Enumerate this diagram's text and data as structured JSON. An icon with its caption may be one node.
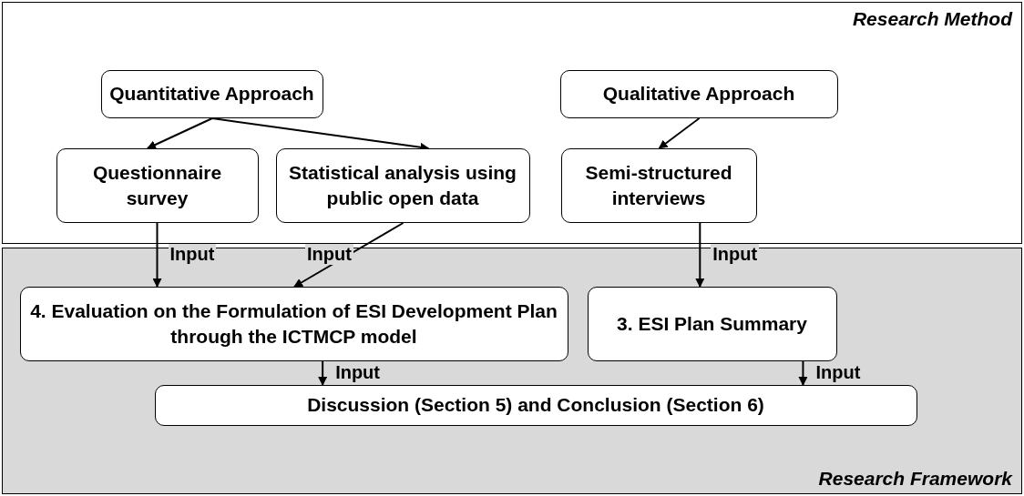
{
  "diagram": {
    "nodes": [
      {
        "text": [
          "Research Method"
        ]
      },
      {
        "text": [
          "Quantitative Approach"
        ],
        "in": 0
      },
      {
        "text": [
          "Qualitative Approach"
        ],
        "in": 0
      },
      {
        "text": [
          "Questionnaire survey"
        ],
        "in": 0
      },
      {
        "text": [
          "Statistical analysis using public open data"
        ],
        "in": 0
      },
      {
        "text": [
          "Semi-structured interviews"
        ],
        "in": 0
      },
      {
        "text": [
          "Research Framework"
        ]
      },
      {
        "text": [
          "4. Evaluation on the Formulation of ESI Development Plan through the ICTMCP model"
        ],
        "in": 6
      },
      {
        "text": [
          "3. ESI Plan Summary"
        ],
        "in": 6
      },
      {
        "text": [
          "Discussion (Section 5) and Conclusion (Section 6)"
        ],
        "in": 6
      }
    ],
    "edges": [
      {
        "from": 1,
        "to": 3,
        "arrow": "to"
      },
      {
        "from": 1,
        "to": 4,
        "arrow": "to"
      },
      {
        "from": 2,
        "to": 5,
        "arrow": "to"
      },
      {
        "from": 3,
        "to": 7,
        "arrow": "to",
        "label": "Input"
      },
      {
        "from": 4,
        "to": 7,
        "arrow": "to",
        "label": "Input"
      },
      {
        "from": 5,
        "to": 8,
        "arrow": "to",
        "label": "Input"
      },
      {
        "from": 7,
        "to": 9,
        "arrow": "to",
        "label": "Input"
      },
      {
        "from": 8,
        "to": 9,
        "arrow": "to",
        "label": "Input"
      }
    ]
  }
}
